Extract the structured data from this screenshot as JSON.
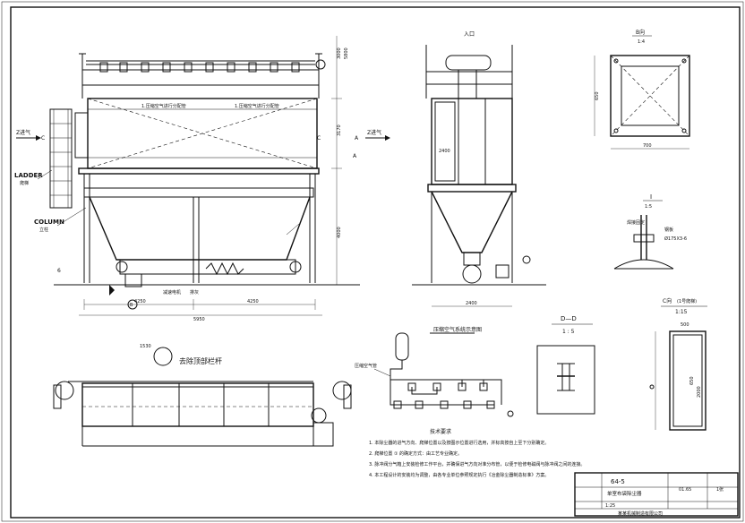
{
  "labels": {
    "top_dim_1": "3000",
    "top_dim_2": "3170",
    "top_dim_3": "4000",
    "top_dim_4": "5800",
    "inlet": "入口",
    "inlet_arrow": "Z进气",
    "outlet_arrow": "Z进气",
    "sec_a_left": "A",
    "sec_a_right": "A",
    "sec_c_left": "C",
    "sec_c_right": "C",
    "ladder": "LADDER",
    "ladder_cn": "爬梯",
    "column": "COLUMN",
    "column_cn": "立柱",
    "pipe_note_1": "1.压缩空气进行分配管",
    "pipe_note_2": "1.压缩空气进行分配管",
    "marker_b": "B",
    "marker_c_num": "6",
    "motor_note": "减速电机",
    "motor_note_2": "排灰",
    "base_dim_1": "4250",
    "base_dim_2": "4250",
    "base_dim_3": "5950",
    "base_dim_4": "2400",
    "top_view_title": "去除顶部栏杆",
    "top_view_dim": "1530",
    "side_dim": "2400",
    "system_title": "压缩空气系统示意图",
    "air_source": "压缩空气管",
    "b_view_title": "B向",
    "b_view_scale": "1:4",
    "b_dim_1": "650",
    "b_dim_2": "700",
    "i_view_title": "I",
    "i_view_scale": "1:5",
    "i_note_1": "钢板",
    "i_note_2": "Ø175X3-6",
    "i_note_3": "焊接固定",
    "d_view_title": "D—D",
    "d_view_scale": "1 : 5",
    "c_view_title": "C向",
    "c_view_sub": "(1号爬梯)",
    "c_view_scale": "1:15",
    "c_dim_650": "650",
    "c_dim_2000": "2000",
    "c_dim_500": "500",
    "tech_title": "技术要求",
    "tech_1": "1. 本除尘器的进气方向、爬梯位置以及按图示位置进行选用，并标高按自上至下分别确定。",
    "tech_2": "2. 爬梯位置 ① 的确定方式：由工艺专业确定。",
    "tech_3": "3. 脉冲阀分气箱上安装检修工作平台，并确保进气方向对准分布管，以便于检修电磁阀与脉冲阀之间的连接。",
    "tech_4": "4. 本工程设计的安装均为调整，由各专业单位参照规定执行《冶金除尘器制造标准》方案。",
    "tb_model": "64-5",
    "tb_name": "单室布袋除尘器",
    "tb_scale": "1:25",
    "tb_weight": "01.65",
    "tb_sheet": "1张",
    "tb_company": "某某机械制造有限公司"
  }
}
